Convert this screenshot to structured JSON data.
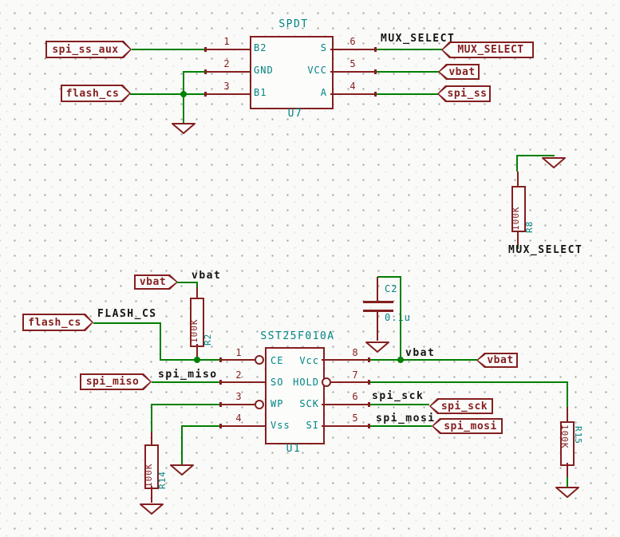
{
  "colors": {
    "background": "#FAFAF8",
    "grid_dot": "#A9A9A9",
    "wire": "#007F00",
    "component": "#841F1F",
    "pin_name": "#008484",
    "net_label": "#141414"
  },
  "u7": {
    "value": "SPDT",
    "ref": "U7",
    "pins_left": [
      {
        "num": "1",
        "name": "B2"
      },
      {
        "num": "2",
        "name": "GND"
      },
      {
        "num": "3",
        "name": "B1"
      }
    ],
    "pins_right": [
      {
        "num": "6",
        "name": "S"
      },
      {
        "num": "5",
        "name": "VCC"
      },
      {
        "num": "4",
        "name": "A"
      }
    ]
  },
  "u1": {
    "value": "SST25F010A",
    "ref": "U1",
    "pins_left": [
      {
        "num": "1",
        "name": "CE"
      },
      {
        "num": "2",
        "name": "SO"
      },
      {
        "num": "3",
        "name": "WP"
      },
      {
        "num": "4",
        "name": "Vss"
      }
    ],
    "pins_right": [
      {
        "num": "8",
        "name": "Vcc"
      },
      {
        "num": "7",
        "name": "HOLD"
      },
      {
        "num": "6",
        "name": "SCK"
      },
      {
        "num": "5",
        "name": "SI"
      }
    ]
  },
  "r2": {
    "ref": "R2",
    "value": "100K"
  },
  "r8": {
    "ref": "R8",
    "value": "100K"
  },
  "r14": {
    "ref": "R14",
    "value": "100K"
  },
  "r15": {
    "ref": "R15",
    "value": "100K"
  },
  "c2": {
    "ref": "C2",
    "value": "0.1u"
  },
  "tags": {
    "spi_ss_aux": "spi_ss_aux",
    "flash_cs_top": "flash_cs",
    "mux_select": "MUX_SELECT",
    "vbat_top": "vbat",
    "spi_ss": "spi_ss",
    "vbat_r2": "vbat",
    "flash_cs_mid": "flash_cs",
    "spi_miso": "spi_miso",
    "vbat_mid": "vbat",
    "spi_sck": "spi_sck",
    "spi_mosi": "spi_mosi"
  },
  "labels": {
    "mux_select_top": "MUX_SELECT",
    "flash_cs": "FLASH_CS",
    "vbat_r2": "vbat",
    "vbat_pin8": "vbat",
    "spi_miso": "spi_miso",
    "spi_sck": "spi_sck",
    "spi_mosi": "spi_mosi",
    "mux_select_bottom": "MUX_SELECT"
  }
}
